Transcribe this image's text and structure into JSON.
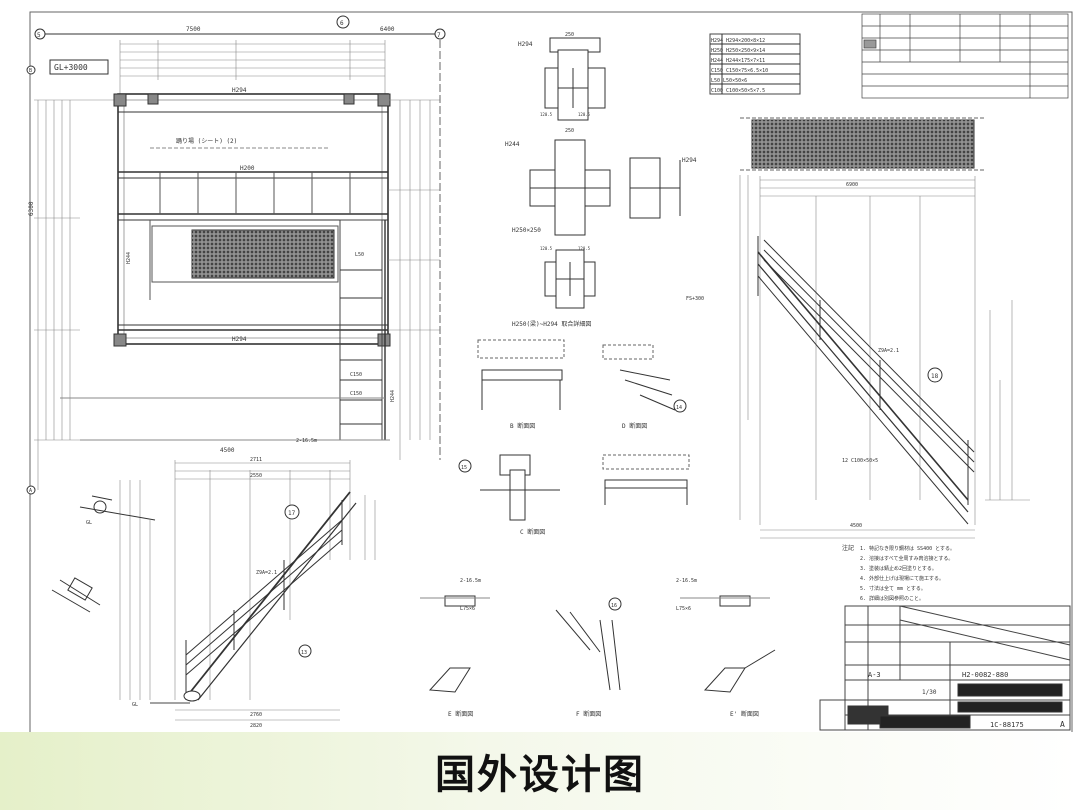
{
  "caption": "国外设计图",
  "colors": {
    "line": "#333333",
    "dim": "#777777",
    "caption_bar": "#e5f0c9",
    "redacted": "#222222"
  },
  "plan": {
    "gl_label": "GL+3000",
    "top_dims": [
      "7500",
      "6400"
    ],
    "axis_marks": [
      "5",
      "6",
      "7"
    ],
    "left_axis": [
      "B",
      "A"
    ],
    "total_dim": "6300",
    "beams": [
      "H294",
      "H200",
      "H294"
    ],
    "landing_note": "踊り場 (シート) (2)",
    "labels": [
      "H244",
      "C150",
      "C150",
      "L50",
      "H244"
    ],
    "bottom_dim": "4500",
    "detail_ref": "2-16.5m"
  },
  "joint_details": {
    "sizes": [
      "H294",
      "H244",
      "H250×250",
      "H294"
    ],
    "caption": "H250(梁)~H294 取合詳細図",
    "dims": [
      "250",
      "120.5",
      "120.5",
      "250",
      "120.5",
      "120.5"
    ]
  },
  "elevation_right": {
    "dim_top": "6900",
    "dim_mid": "4500",
    "note": "FS+300",
    "mark": "18",
    "slope_label": "Z9A=2.1",
    "bottom_label": "12 C100×50×5"
  },
  "elevation_left": {
    "dim_top": "2711",
    "dim_mid": "2550",
    "mark": "17",
    "slope_label": "Z9A=2.1",
    "ref": "13",
    "bottom_dim": "2760",
    "bottom_dim2": "2820",
    "gl_label": "GL"
  },
  "sections": {
    "b_label": "B 断面図",
    "c_label": "C 断面図",
    "d_label": "D 断面図",
    "e_label": "E 断面図",
    "e2_label": "E' 断面図",
    "f_label": "F 断面図",
    "refs": [
      "14",
      "15",
      "16",
      "2-16.5m",
      "2-16.5m",
      "L75×6",
      "L75×6"
    ]
  },
  "notes": {
    "title": "注記",
    "lines": [
      "1. 特記なき限り鋼材は SS400 とする。",
      "2. 溶接はすべて全周すみ肉溶接とする。",
      "3. 塗装は錆止め2回塗りとする。",
      "4. 外部仕上げは現場にて施工する。",
      "5. 寸法は全て mm とする。",
      "6. 詳細は別図参照のこと。"
    ]
  },
  "title_block": {
    "sheet": "A-3",
    "drawing_no": "H2-0082-880",
    "code": "1C-88175",
    "revision": "A",
    "scale": "1/30"
  },
  "member_table": {
    "rows": [
      "H294 H294×200×8×12",
      "H250 H250×250×9×14",
      "H244 H244×175×7×11",
      "C150 C150×75×6.5×10",
      "L50 L50×50×6",
      "C100 C100×50×5×7.5"
    ]
  }
}
